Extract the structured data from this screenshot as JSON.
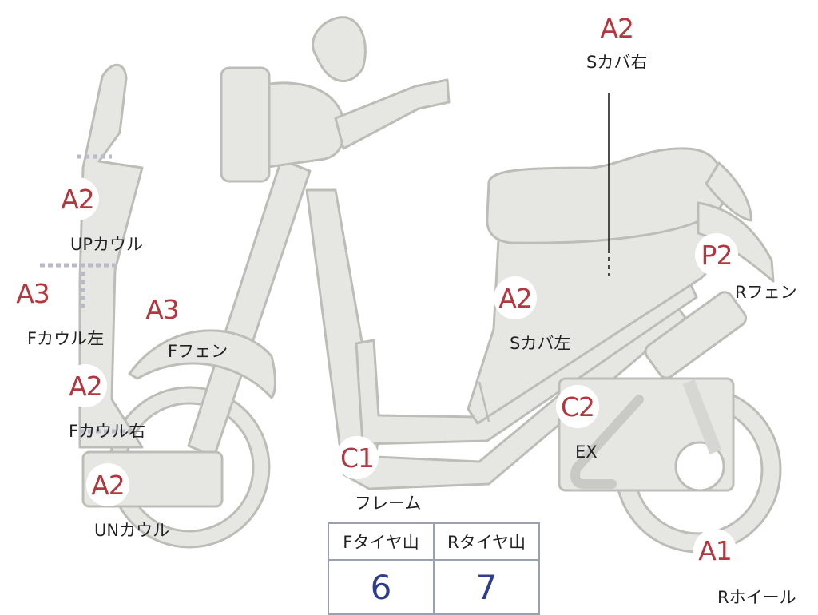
{
  "marks": {
    "s_cover_right": {
      "grade": "A2",
      "label": "Sカバ右"
    },
    "up_cowl": {
      "grade": "A2",
      "label": "UPカウル"
    },
    "f_cowl_left": {
      "grade": "A3",
      "label": "Fカウル左"
    },
    "f_fender": {
      "grade": "A3",
      "label": "Fフェン"
    },
    "f_cowl_right": {
      "grade": "A2",
      "label": "Fカウル右"
    },
    "un_cowl": {
      "grade": "A2",
      "label": "UNカウル"
    },
    "s_cover_left": {
      "grade": "A2",
      "label": "Sカバ左"
    },
    "r_fender": {
      "grade": "P2",
      "label": "Rフェン"
    },
    "exhaust": {
      "grade": "C2",
      "label": "EX"
    },
    "frame": {
      "grade": "C1",
      "label": "フレーム"
    },
    "r_wheel": {
      "grade": "A1",
      "label": "Rホイール"
    }
  },
  "tire_table": {
    "headers": [
      "Fタイヤ山",
      "Rタイヤ山"
    ],
    "values": [
      "6",
      "7"
    ]
  },
  "colors": {
    "grade_text": "#b3373e",
    "tire_value": "#2f3d8f",
    "part_fill": "#e6e6e3",
    "part_stroke": "#bdbdb8"
  }
}
